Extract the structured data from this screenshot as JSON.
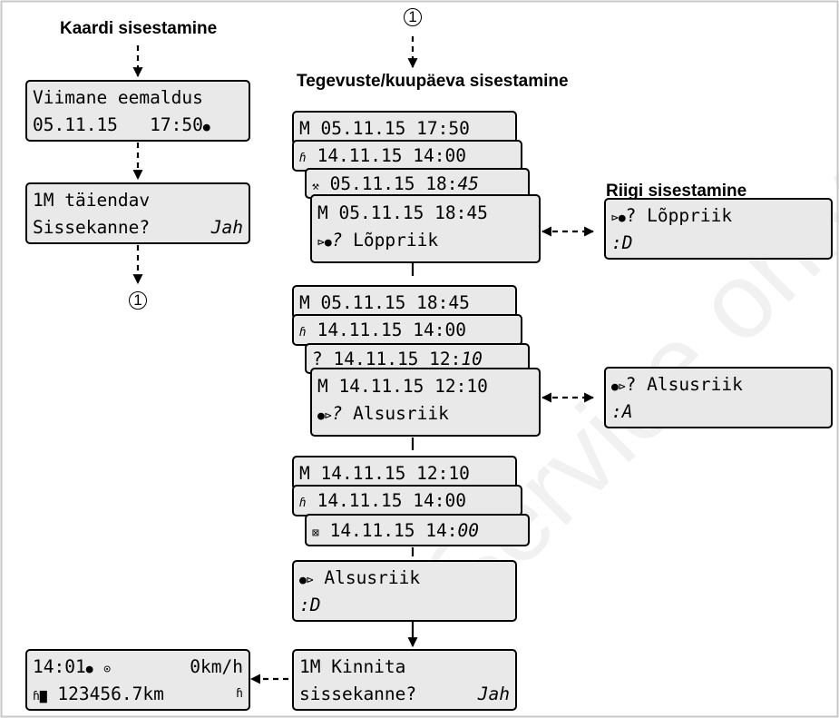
{
  "headings": {
    "card_insertion": "Kaardi sisestamine",
    "activities_date_entry": "Tegevuste/kuupäeva sisestamine",
    "country_entry": "Riigi sisestamine"
  },
  "markers": {
    "ref_1": "1"
  },
  "watermark": "Service only",
  "displays": {
    "last_withdrawal": {
      "line1": "Viimane eemaldus",
      "line2_date": "05.11.15",
      "line2_time": "17:50"
    },
    "manual_entry_prompt": {
      "line1": "1M täiendav",
      "line2_label": "Sissekanne?",
      "line2_value": "Jah"
    },
    "entry1": {
      "line1": "M 05.11.15 17:50"
    },
    "entry2": {
      "line1": "14.11.15 14:00"
    },
    "entry3": {
      "line1_a": "05.11.15 18:",
      "line1_b": "45"
    },
    "entry4": {
      "line1": "M 05.11.15 18:45",
      "line2_icon": "end-country-icon",
      "line2_q": "?",
      "line2_text": "Lõppriik"
    },
    "country_end": {
      "line1_q": "?",
      "line1_text": "Lõppriik",
      "line2": "D"
    },
    "entry5": {
      "line1": "M 05.11.15 18:45"
    },
    "entry6": {
      "line1": "14.11.15 14:00"
    },
    "entry7": {
      "line1_q": "?",
      "line1_a": "14.11.15 12:",
      "line1_b": "10"
    },
    "entry8": {
      "line1": "M 14.11.15 12:10",
      "line2_icon": "start-country-icon",
      "line2_q": "?",
      "line2_text": "Alsusriik"
    },
    "country_start": {
      "line1_q": "?",
      "line1_text": "Alsusriik",
      "line2": "A"
    },
    "entry9": {
      "line1": "M 14.11.15 12:10"
    },
    "entry10": {
      "line1": "14.11.15 14:00"
    },
    "entry11": {
      "line1_a": "14.11.15 14:",
      "line1_b": "00"
    },
    "start_country_confirmed": {
      "line1": "Alsusriik",
      "line2": "D"
    },
    "confirm_prompt": {
      "line1": "1M Kinnita",
      "line2_label": "sissekanne?",
      "line2_value": "Jah"
    },
    "standard_display": {
      "line1_time": "14:01",
      "line1_speed": "0km/h",
      "line2_odo": "123456.7km"
    }
  }
}
